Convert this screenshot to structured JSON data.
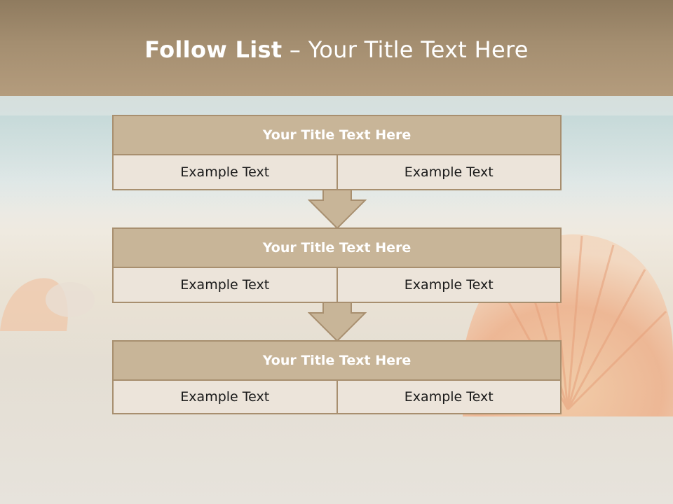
{
  "header": {
    "title_strong": "Follow List",
    "title_rest": " – Your Title Text Here"
  },
  "steps": [
    {
      "title": "Your Title Text Here",
      "left": "Example Text",
      "right": "Example Text"
    },
    {
      "title": "Your Title Text Here",
      "left": "Example Text",
      "right": "Example Text"
    },
    {
      "title": "Your Title Text Here",
      "left": "Example Text",
      "right": "Example Text"
    }
  ],
  "colors": {
    "header": "#a48e70",
    "box_title": "#c8b598",
    "border": "#a88f6f",
    "cell": "#ece4da",
    "arrow": "#c8b598"
  }
}
